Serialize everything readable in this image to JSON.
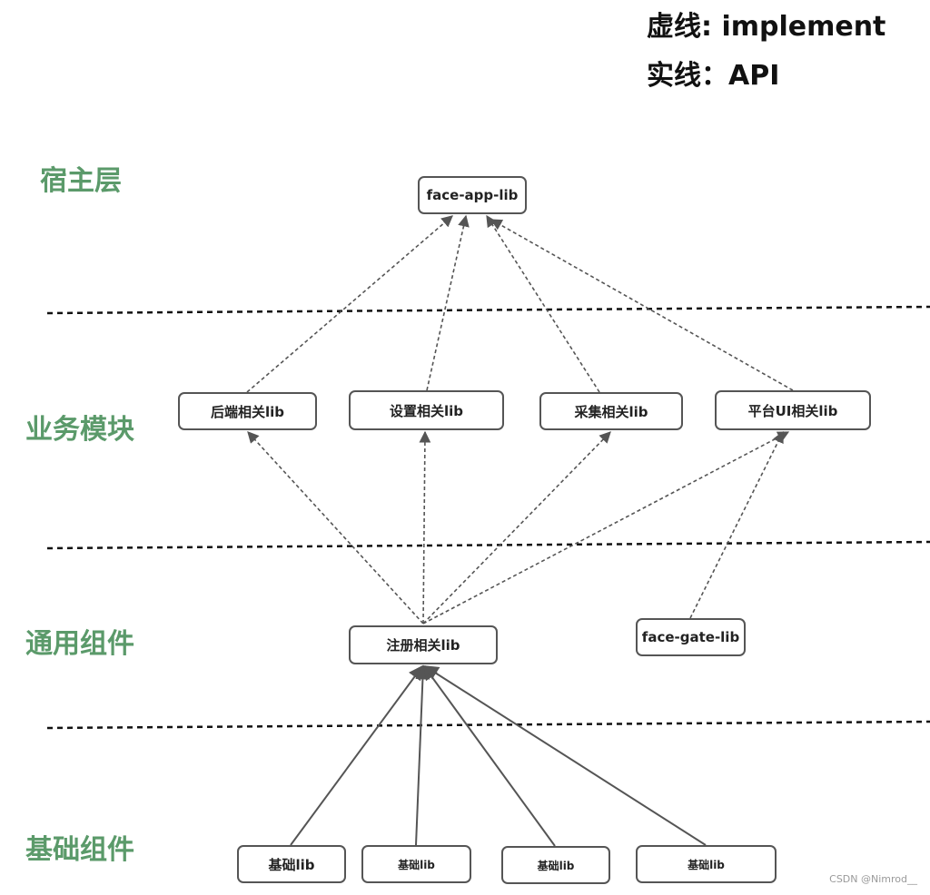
{
  "legend": {
    "dashed": "虚线: implement",
    "solid": "实线：API"
  },
  "layers": {
    "host": "宿主层",
    "business": "业务模块",
    "common": "通用组件",
    "base": "基础组件"
  },
  "nodes": {
    "face_app_lib": "face-app-lib",
    "backend_lib": "后端相关lib",
    "settings_lib": "设置相关lib",
    "capture_lib": "采集相关lib",
    "platform_ui_lib": "平台UI相关lib",
    "register_lib": "注册相关lib",
    "face_gate_lib": "face-gate-lib",
    "base_lib_1": "基础lib",
    "base_lib_2": "基础lib",
    "base_lib_3": "基础lib",
    "base_lib_4": "基础lib"
  },
  "edges": [
    {
      "from": "backend_lib",
      "to": "face_app_lib",
      "style": "dashed"
    },
    {
      "from": "settings_lib",
      "to": "face_app_lib",
      "style": "dashed"
    },
    {
      "from": "capture_lib",
      "to": "face_app_lib",
      "style": "dashed"
    },
    {
      "from": "platform_ui_lib",
      "to": "face_app_lib",
      "style": "dashed"
    },
    {
      "from": "register_lib",
      "to": "backend_lib",
      "style": "dashed"
    },
    {
      "from": "register_lib",
      "to": "settings_lib",
      "style": "dashed"
    },
    {
      "from": "register_lib",
      "to": "capture_lib",
      "style": "dashed"
    },
    {
      "from": "register_lib",
      "to": "platform_ui_lib",
      "style": "dashed"
    },
    {
      "from": "face_gate_lib",
      "to": "platform_ui_lib",
      "style": "dashed"
    },
    {
      "from": "base_lib_1",
      "to": "register_lib",
      "style": "solid"
    },
    {
      "from": "base_lib_2",
      "to": "register_lib",
      "style": "solid"
    },
    {
      "from": "base_lib_3",
      "to": "register_lib",
      "style": "solid"
    },
    {
      "from": "base_lib_4",
      "to": "register_lib",
      "style": "solid"
    }
  ],
  "watermark": "CSDN @Nimrod__"
}
